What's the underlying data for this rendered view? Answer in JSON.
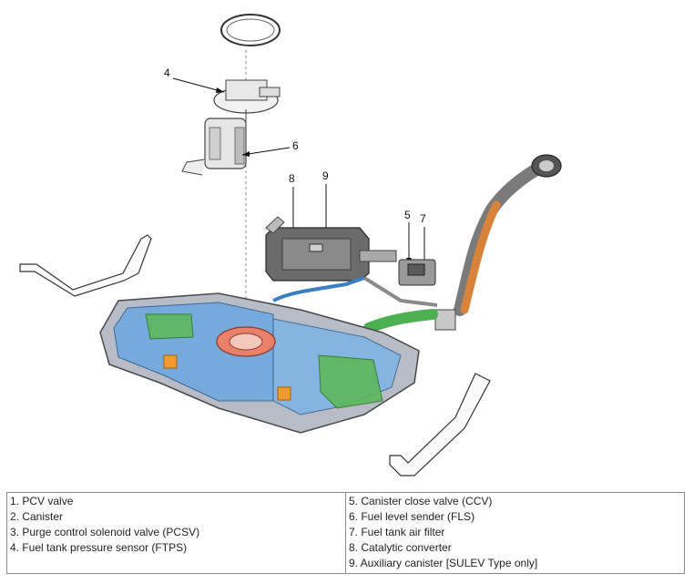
{
  "callouts": {
    "c4": "4",
    "c6": "6",
    "c8": "8",
    "c9": "9",
    "c5": "5",
    "c7": "7"
  },
  "legend": {
    "left": [
      "1. PCV valve",
      "2. Canister",
      "3. Purge control solenoid valve (PCSV)",
      "4. Fuel tank pressure sensor (FTPS)"
    ],
    "right": [
      "5. Canister close valve (CCV)",
      "6. Fuel level sender (FLS)",
      "7. Fuel tank air filter",
      "8. Catalytic converter",
      "9. Auxiliary canister [SULEV Type only]"
    ]
  },
  "colors": {
    "tank_blue": "#6fa9e0",
    "tank_gray": "#b8bcc6",
    "mesh_green": "#5cb85c",
    "hose_orange": "#d9823a",
    "hose_blue": "#3b7fc4",
    "pump_ring": "#e8806a"
  }
}
